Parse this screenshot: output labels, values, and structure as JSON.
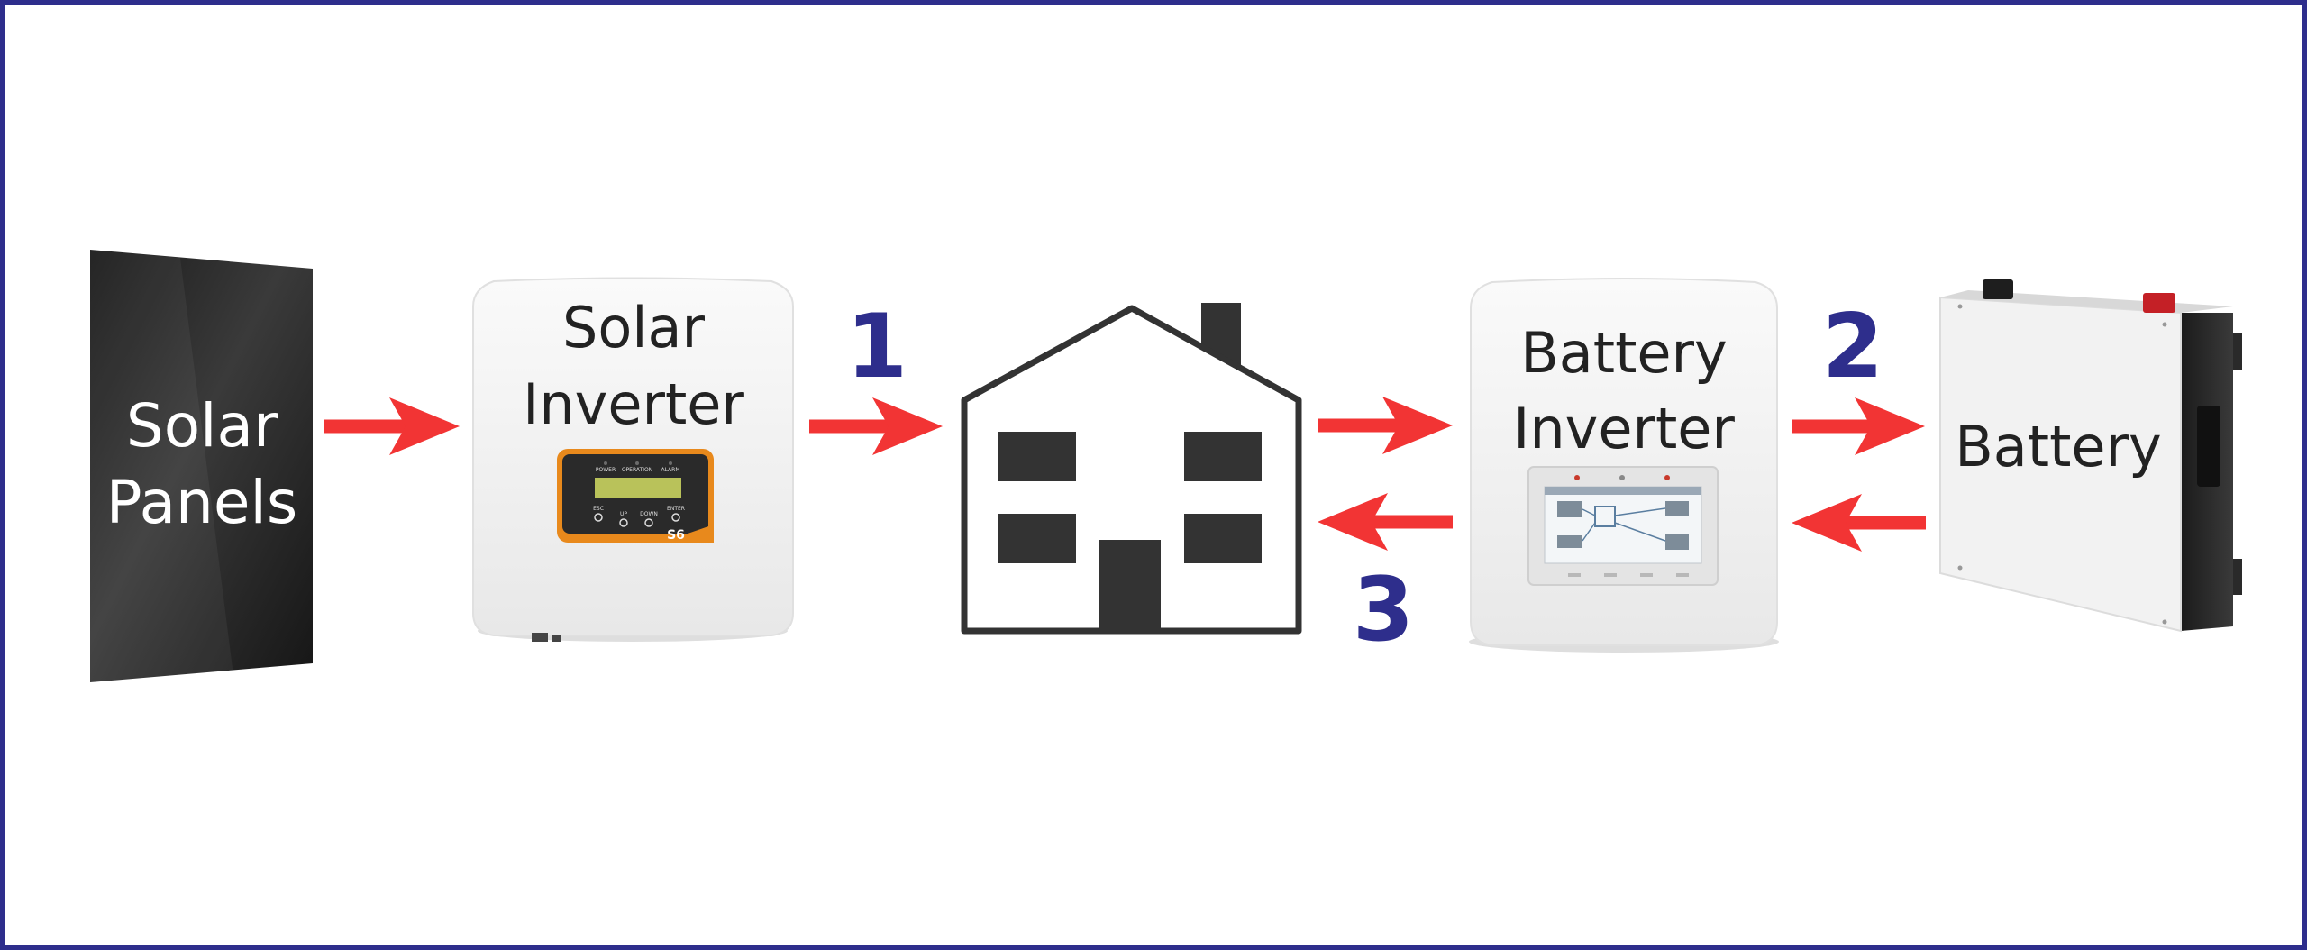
{
  "colors": {
    "frame": "#2e2e8c",
    "arrow": "#f23434",
    "number": "#2e2e8c",
    "house": "#333333",
    "panel": "#262626",
    "inverter_body": "#f4f4f4",
    "display_orange": "#e8891c",
    "display_lcd": "#b9c25a",
    "battery_body": "#f2f2f2"
  },
  "components": {
    "solar_panels": {
      "label_line1": "Solar",
      "label_line2": "Panels"
    },
    "solar_inverter": {
      "label_line1": "Solar",
      "label_line2": "Inverter",
      "display": {
        "leds": [
          "POWER",
          "OPERATION",
          "ALARM"
        ],
        "buttons": [
          "ESC",
          "UP",
          "DOWN",
          "ENTER"
        ],
        "brand": "S6"
      }
    },
    "house": {
      "icon": "house-icon"
    },
    "battery_inverter": {
      "label_line1": "Battery",
      "label_line2": "Inverter"
    },
    "battery": {
      "label": "Battery"
    }
  },
  "flow_numbers": {
    "one": "1",
    "two": "2",
    "three": "3"
  }
}
